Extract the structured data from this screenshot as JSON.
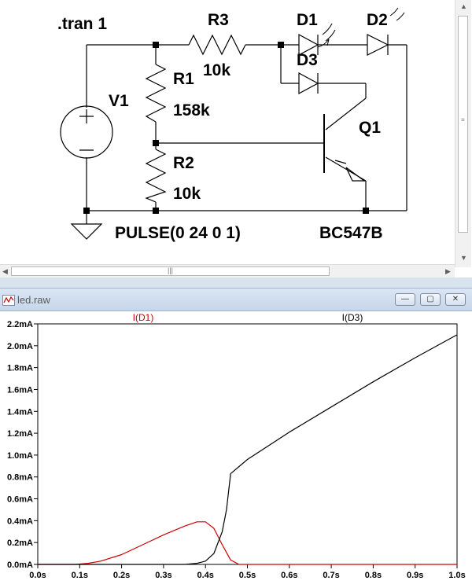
{
  "schematic": {
    "directive": ".tran 1",
    "components": {
      "v1": {
        "name": "V1",
        "value": "PULSE(0 24 0 1)"
      },
      "r1": {
        "name": "R1",
        "value": "158k"
      },
      "r2": {
        "name": "R2",
        "value": "10k"
      },
      "r3": {
        "name": "R3",
        "value": "10k"
      },
      "d1": {
        "name": "D1"
      },
      "d2": {
        "name": "D2"
      },
      "d3": {
        "name": "D3"
      },
      "q1": {
        "name": "Q1",
        "value": "BC547B"
      }
    }
  },
  "plot_window": {
    "title": "led.raw",
    "buttons": {
      "minimize": "—",
      "restore": "▢",
      "close": "✕"
    }
  },
  "colors": {
    "trace_d1": "#cc0000",
    "trace_d3": "#000000",
    "grid": "#000000"
  },
  "chart_data": {
    "type": "line",
    "x_tick_labels": [
      "0.0s",
      "0.1s",
      "0.2s",
      "0.3s",
      "0.4s",
      "0.5s",
      "0.6s",
      "0.7s",
      "0.8s",
      "0.9s",
      "1.0s"
    ],
    "y_tick_labels": [
      "0.0mA",
      "0.2mA",
      "0.4mA",
      "0.6mA",
      "0.8mA",
      "1.0mA",
      "1.2mA",
      "1.4mA",
      "1.6mA",
      "1.8mA",
      "2.0mA",
      "2.2mA"
    ],
    "xlim": [
      0,
      1.0
    ],
    "ylim": [
      0,
      2.2
    ],
    "grid": false,
    "series": [
      {
        "name": "I(D1)",
        "color": "#cc0000",
        "x": [
          0.0,
          0.09,
          0.12,
          0.15,
          0.2,
          0.25,
          0.3,
          0.35,
          0.38,
          0.4,
          0.42,
          0.44,
          0.46,
          0.48,
          0.5,
          0.6,
          0.7,
          0.8,
          0.9,
          1.0
        ],
        "y": [
          0.0,
          0.0,
          0.01,
          0.03,
          0.09,
          0.18,
          0.27,
          0.35,
          0.39,
          0.39,
          0.33,
          0.18,
          0.04,
          0.0,
          0.0,
          0.0,
          0.0,
          0.0,
          0.0,
          0.0
        ]
      },
      {
        "name": "I(D3)",
        "color": "#000000",
        "x": [
          0.0,
          0.3,
          0.35,
          0.38,
          0.4,
          0.42,
          0.44,
          0.45,
          0.46,
          0.5,
          0.6,
          0.7,
          0.8,
          0.9,
          1.0
        ],
        "y": [
          0.0,
          0.0,
          0.0,
          0.01,
          0.03,
          0.1,
          0.3,
          0.5,
          0.83,
          0.96,
          1.21,
          1.44,
          1.67,
          1.89,
          2.1
        ]
      }
    ]
  }
}
